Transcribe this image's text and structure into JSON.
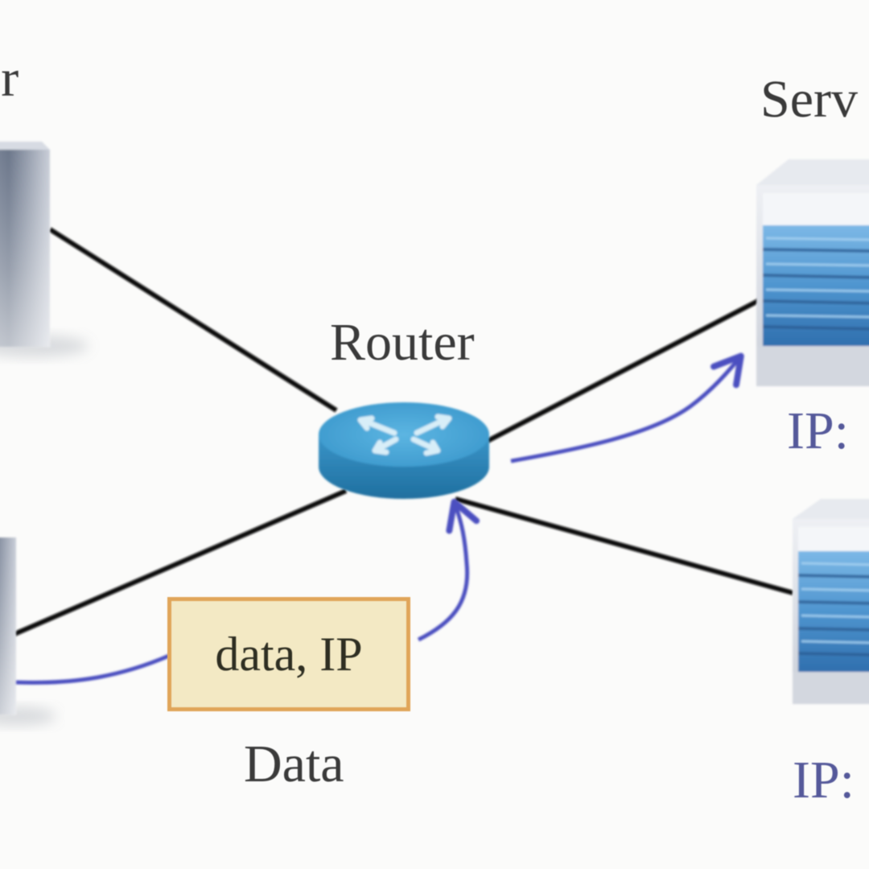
{
  "title": "Router forwarding data packet by IP",
  "nodes": {
    "computer_label": "Computer",
    "computer_label_visible": "er",
    "server_label": "Server",
    "server_label_visible": "Serv",
    "router_label": "Router",
    "server1_ip_label": "IP:",
    "server2_ip_label": "IP:"
  },
  "packet": {
    "content": "data, IP",
    "caption": "Data"
  },
  "colors": {
    "background": "#fbfbfa",
    "link_line": "#111111",
    "flow_arrow": "#4b4fc0",
    "router_body": "#3a93c8",
    "router_top": "#4aa7d8",
    "server_panel": "#5b9fd6",
    "packet_fill": "#f3e9c4",
    "packet_border": "#e0a559",
    "ip_label": "#55599a"
  },
  "icons": {
    "computer_top": "desktop-tower-icon",
    "computer_bottom": "desktop-tower-icon",
    "router": "router-icon",
    "server_top": "server-icon",
    "server_bottom": "server-icon"
  }
}
